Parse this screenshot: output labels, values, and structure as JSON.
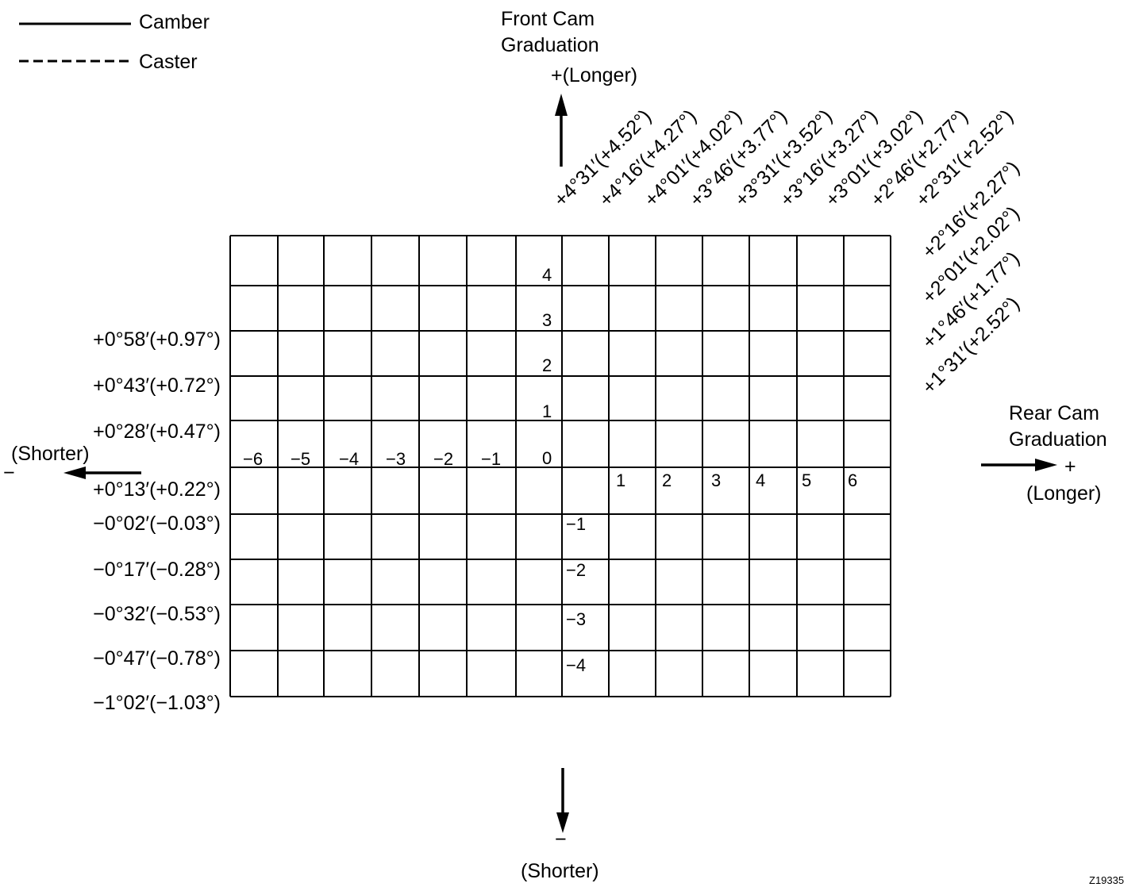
{
  "legend": {
    "camber": "Camber",
    "caster": "Caster"
  },
  "front_axis": {
    "title_line1": "Front Cam",
    "title_line2": "Graduation",
    "plus_label": "+(Longer)",
    "minus_label": "−",
    "minus_text": "(Shorter)",
    "graduations": [
      "4",
      "3",
      "2",
      "1",
      "0",
      "−1",
      "−2",
      "−3",
      "−4"
    ]
  },
  "rear_axis": {
    "title_line1": "Rear Cam",
    "title_line2": "Graduation",
    "plus_label": "+",
    "plus_text": "(Longer)",
    "minus_text": "(Shorter)",
    "minus_label": "−",
    "negative_graduations": [
      "−6",
      "−5",
      "−4",
      "−3",
      "−2",
      "−1"
    ],
    "positive_graduations": [
      "1",
      "2",
      "3",
      "4",
      "5",
      "6"
    ]
  },
  "camber_values": [
    "+0°58′(+0.97°)",
    "+0°43′(+0.72°)",
    "+0°28′(+0.47°)",
    "+0°13′(+0.22°)",
    "−0°02′(−0.03°)",
    "−0°17′(−0.28°)",
    "−0°32′(−0.53°)",
    "−0°47′(−0.78°)",
    "−1°02′(−1.03°)"
  ],
  "caster_values": [
    "+4°31′(+4.52°)",
    "+4°16′(+4.27°)",
    "+4°01′(+4.02°)",
    "+3°46′(+3.77°)",
    "+3°31′(+3.52°)",
    "+3°16′(+3.27°)",
    "+3°01′(+3.02°)",
    "+2°46′(+2.77°)",
    "+2°31′(+2.52°)",
    "+2°16′(+2.27°)",
    "+2°01′(+2.02°)",
    "+1°46′(+1.77°)",
    "+1°31′(+2.52°)"
  ],
  "figure_code": "Z19335"
}
